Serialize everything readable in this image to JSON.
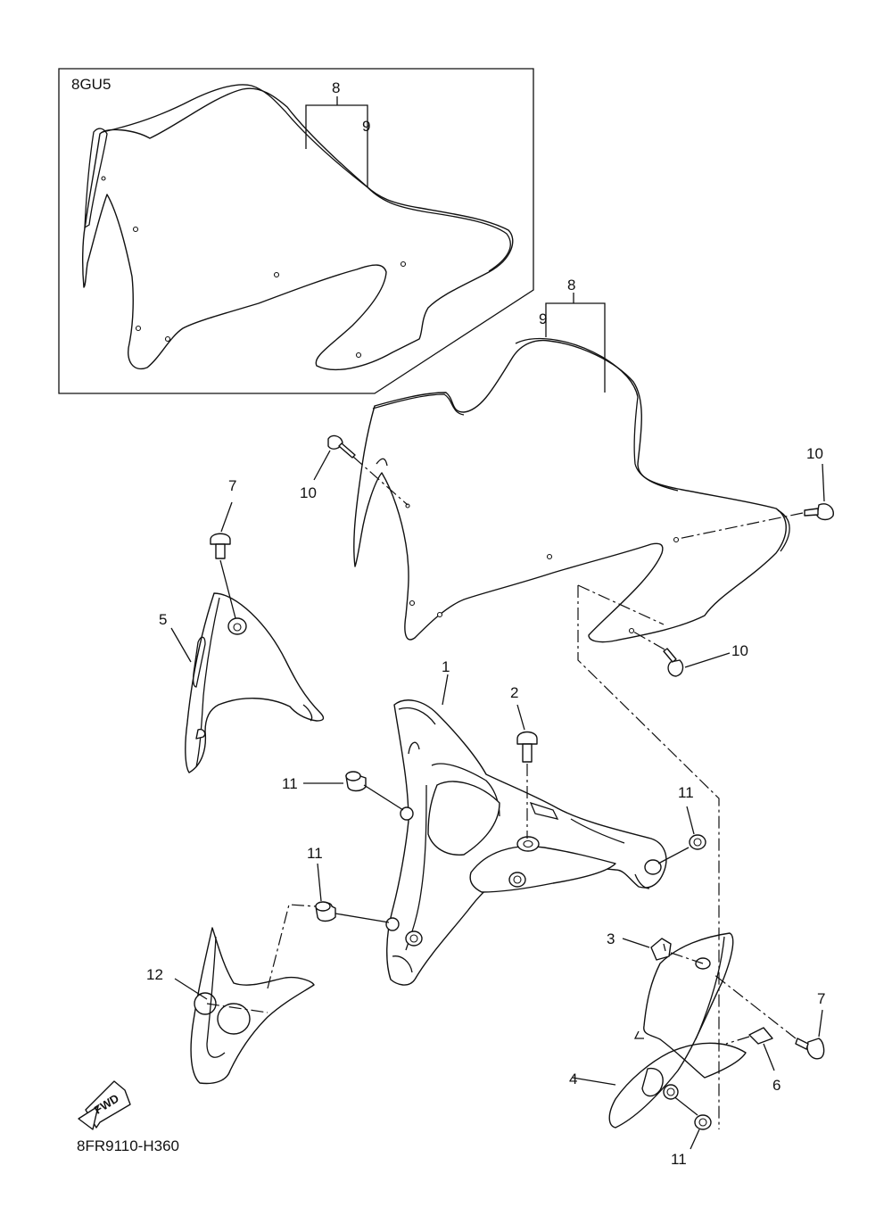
{
  "inset_label": "8GU5",
  "diagram_code": "8FR9110-H360",
  "fwd_label": "FWD",
  "callouts": {
    "c1": "1",
    "c2": "2",
    "c3": "3",
    "c4": "4",
    "c5": "5",
    "c6": "6",
    "c7a": "7",
    "c7b": "7",
    "c8_inset": "8",
    "c9_inset": "9",
    "c8_main": "8",
    "c9_main": "9",
    "c10a": "10",
    "c10b": "10",
    "c10c": "10",
    "c11a": "11",
    "c11b": "11",
    "c11c": "11",
    "c11d": "11",
    "c12": "12"
  }
}
